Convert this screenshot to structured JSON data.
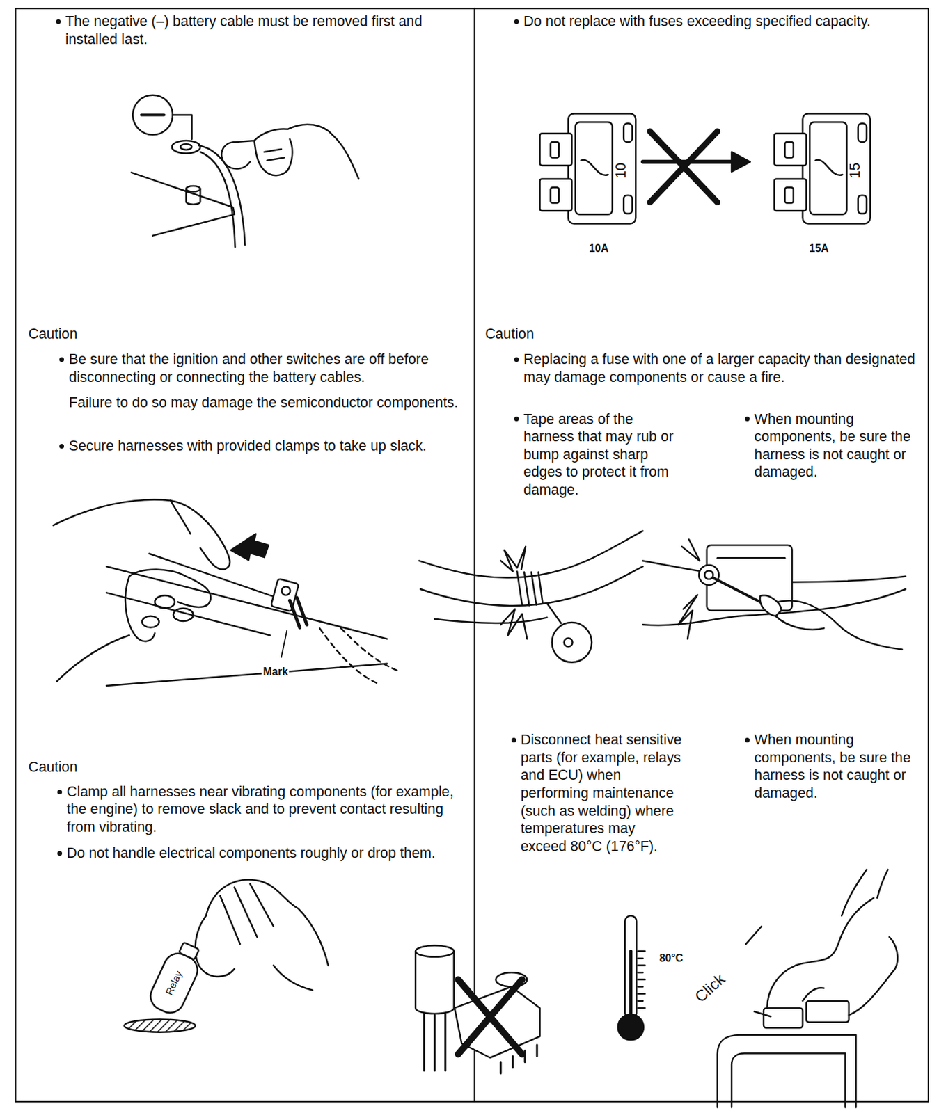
{
  "diagram": {
    "labels": [
      "The negative (–) battery cable must be removed first and installed last.",
      "Do not replace with fuses exceeding specified capacity.",
      "10",
      "15",
      "10A",
      "15A",
      "Caution",
      "Be sure that the ignition and other switches are off before disconnecting or connecting the battery cables.",
      "Failure to do so may damage the semiconductor components.",
      "Secure harnesses with provided clamps to take up slack.",
      "Caution",
      "Replacing a fuse with one of a larger capacity than designated may damage components or cause a fire.",
      "Tape areas of the harness that may rub or bump against sharp edges to protect it from damage.",
      "When mounting components, be sure the harness is not caught or damaged.",
      "Mark",
      "Caution",
      "Clamp all harnesses near vibrating components (for example, the engine) to remove slack and to prevent contact resulting from vibrating.",
      "Do not handle electrical components roughly or drop them.",
      "Disconnect heat sensitive parts (for example, relays and ECU) when performing maintenance (such as welding) where temperatures may exceed 80°C (176°F).",
      "When mounting components, be sure the harness is not caught or damaged.",
      "Relay",
      "80°C",
      "Click"
    ]
  }
}
